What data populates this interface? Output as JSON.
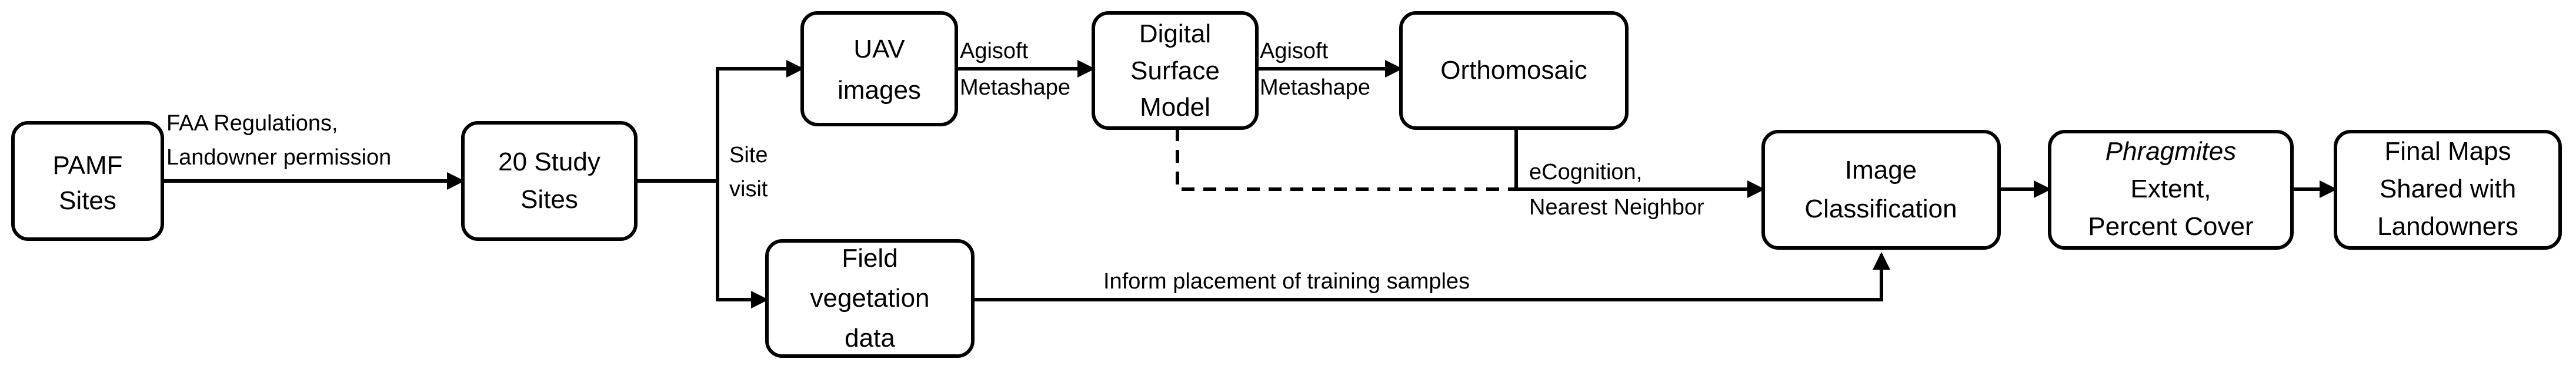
{
  "nodes": {
    "pamf_sites": {
      "line1": "PAMF",
      "line2": "Sites"
    },
    "study_sites": {
      "line1": "20 Study",
      "line2": "Sites"
    },
    "uav_images": {
      "line1": "UAV",
      "line2": "images"
    },
    "dsm": {
      "line1": "Digital",
      "line2": "Surface",
      "line3": "Model"
    },
    "orthomosaic": {
      "line1": "Orthomosaic"
    },
    "field_data": {
      "line1": "Field",
      "line2": "vegetation",
      "line3": "data"
    },
    "image_classification": {
      "line1": "Image",
      "line2": "Classification"
    },
    "phragmites": {
      "line1": "Phragmites",
      "line2": "Extent,",
      "line3": "Percent Cover"
    },
    "final_maps": {
      "line1": "Final Maps",
      "line2": "Shared with",
      "line3": "Landowners"
    }
  },
  "edges": {
    "faa": {
      "line1": "FAA Regulations,",
      "line2": "Landowner permission"
    },
    "site_visit": {
      "line1": "Site",
      "line2": "visit"
    },
    "agisoft_1": {
      "line1": "Agisoft",
      "line2": "Metashape"
    },
    "agisoft_2": {
      "line1": "Agisoft",
      "line2": "Metashape"
    },
    "ecognition": {
      "line1": "eCognition,",
      "line2": "Nearest Neighbor"
    },
    "training": {
      "line1": "Inform placement of training samples"
    }
  }
}
